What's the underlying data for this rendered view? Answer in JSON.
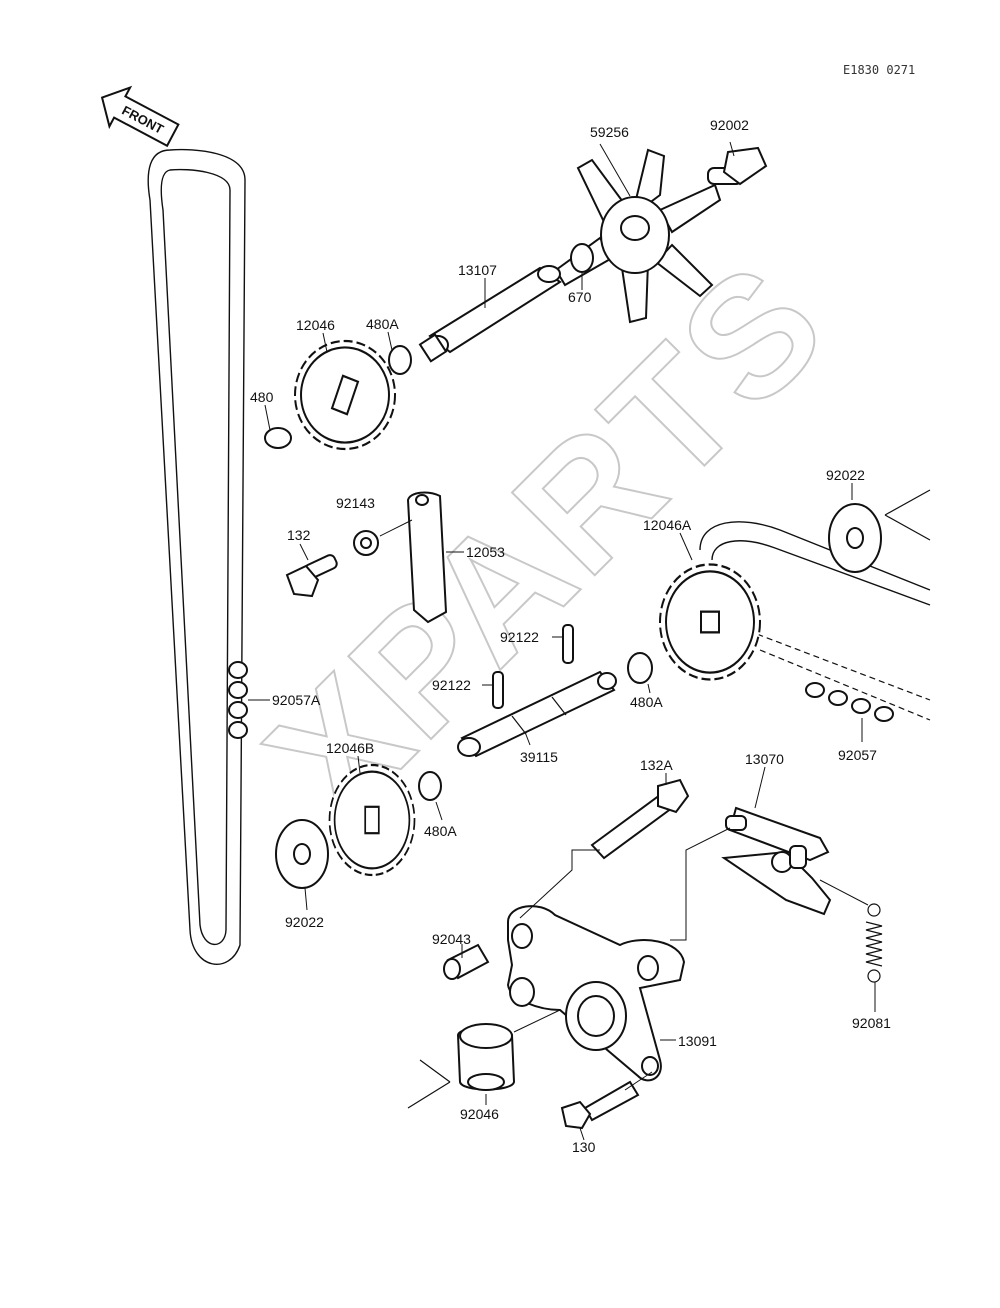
{
  "diagram_code": "E1830 0271",
  "front_marker": "FRONT",
  "watermark": "XPARTS",
  "labels": {
    "p59256": "59256",
    "p92002": "92002",
    "p13107": "13107",
    "p670": "670",
    "p12046": "12046",
    "p480A_top": "480A",
    "p480": "480",
    "p92022_right": "92022",
    "p92143": "92143",
    "p12053": "12053",
    "p132": "132",
    "p12046A": "12046A",
    "p92122_a": "92122",
    "p92122_b": "92122",
    "p92057A": "92057A",
    "p480A_mid": "480A",
    "p12046B": "12046B",
    "p39115": "39115",
    "p480A_low": "480A",
    "p92057": "92057",
    "p132A": "132A",
    "p13070": "13070",
    "p92022_left": "92022",
    "p92043": "92043",
    "p92081": "92081",
    "p13091": "13091",
    "p92046": "92046",
    "p130": "130"
  }
}
